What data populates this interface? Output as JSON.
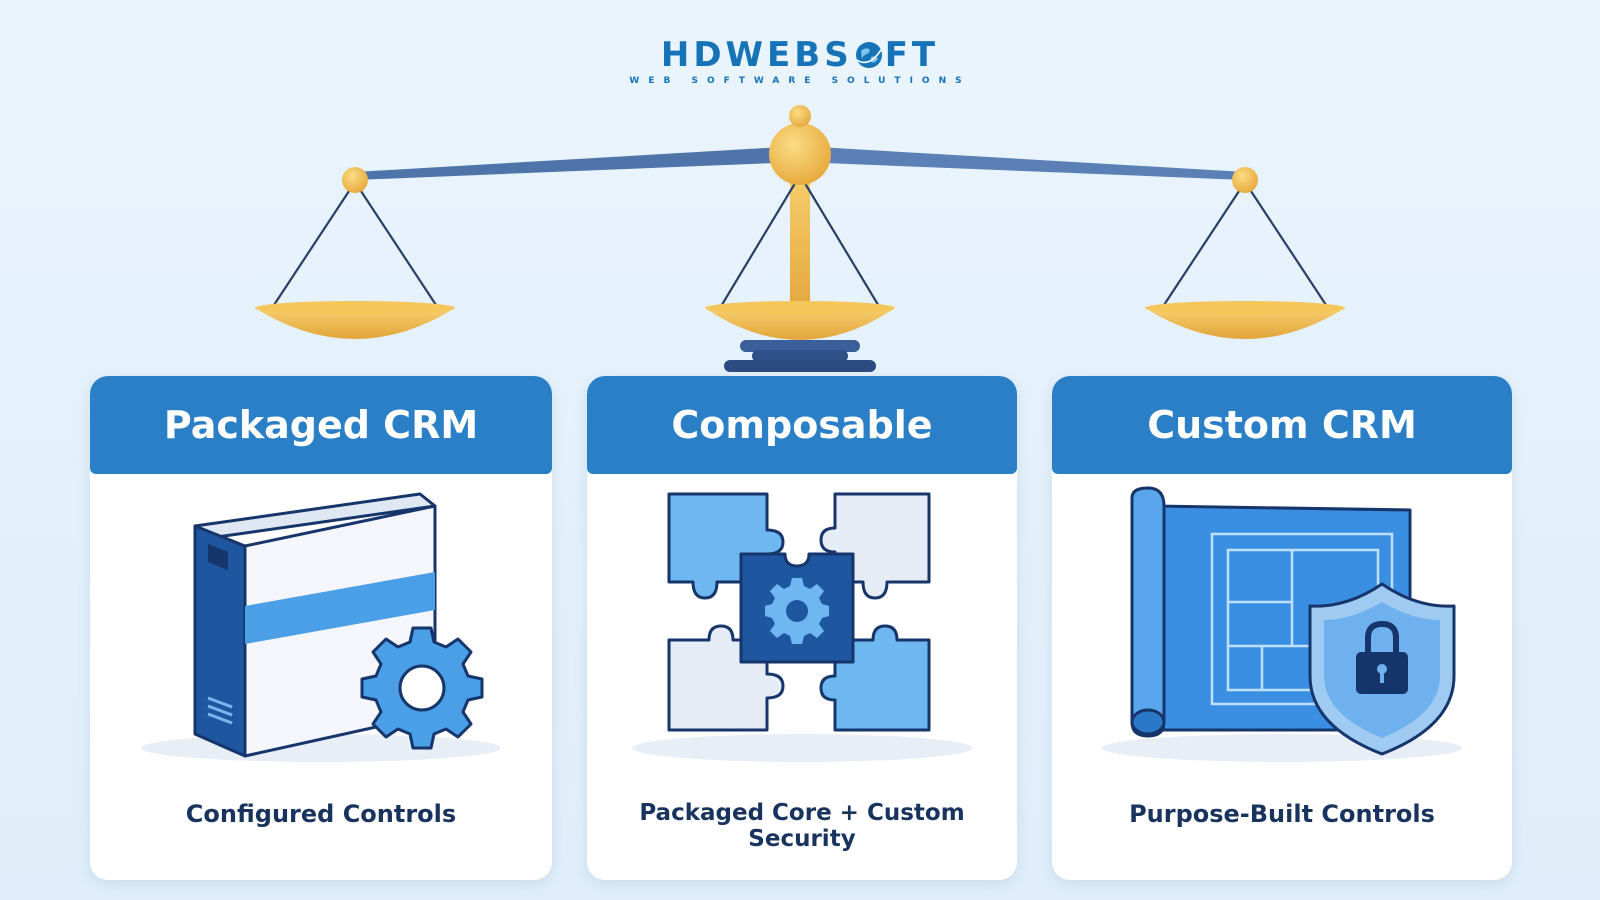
{
  "logo": {
    "brand_before": "HDWEBS",
    "brand_after": "FT",
    "tagline": "WEB SOFTWARE SOLUTIONS"
  },
  "cards": [
    {
      "title": "Packaged CRM",
      "caption": "Configured Controls",
      "icon": "software-box-gear-icon"
    },
    {
      "title": "Composable",
      "caption": "Packaged Core + Custom Security",
      "icon": "puzzle-gear-icon"
    },
    {
      "title": "Custom CRM",
      "caption": "Purpose-Built Controls",
      "icon": "blueprint-shield-lock-icon"
    }
  ],
  "colors": {
    "header_blue": "#2a7fc7",
    "gold": "#f1b746",
    "brand_blue": "#1673b8",
    "caption_navy": "#18345e"
  }
}
